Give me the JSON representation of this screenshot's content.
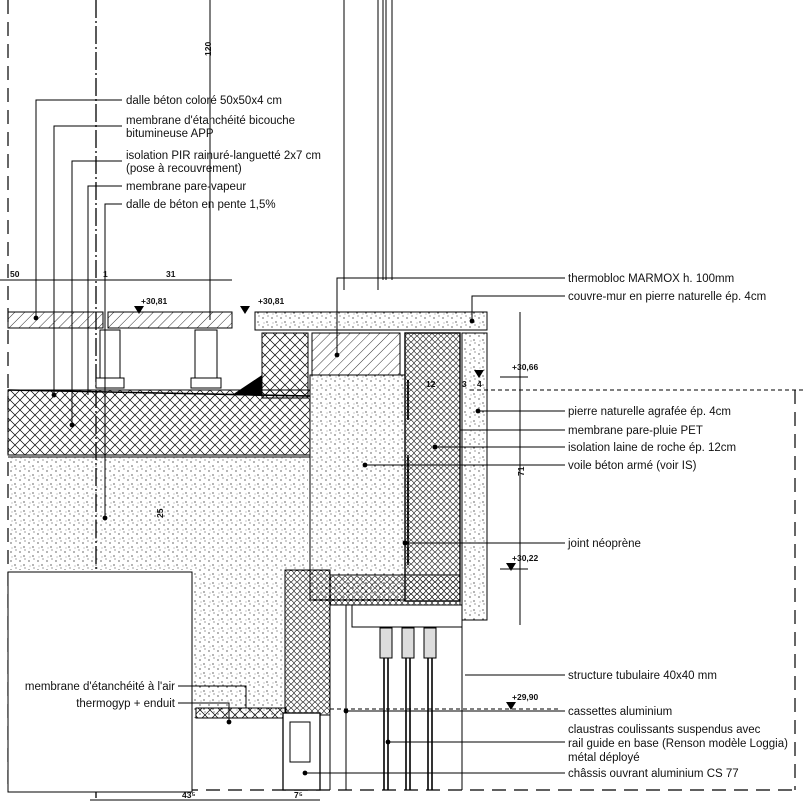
{
  "drawing": {
    "left_labels": [
      "dalle béton coloré 50x50x4 cm",
      "membrane d'étanchéité bicouche",
      "bitumineuse APP",
      "isolation PIR rainuré-languetté 2x7 cm",
      "(pose à recouvrement)",
      "membrane pare-vapeur",
      "dalle de béton en pente 1,5%"
    ],
    "right_labels": [
      "thermobloc MARMOX h. 100mm",
      "couvre-mur en pierre naturelle ép. 4cm",
      "pierre naturelle agrafée ép. 4cm",
      "membrane pare-pluie PET",
      "isolation laine de roche ép. 12cm",
      "voile béton armé (voir IS)",
      "joint néoprène",
      "structure tubulaire 40x40 mm",
      "cassettes aluminium",
      "claustras coulissants suspendus avec",
      "rail guide en base (Renson modèle Loggia)",
      "métal déployé",
      "châssis ouvrant aluminium CS 77"
    ],
    "bottom_left_labels": [
      "membrane d'étanchéité à l'air",
      "thermogyp + enduit"
    ],
    "levels": [
      "+30,81",
      "+30,81",
      "+30,66",
      "+30,22",
      "+29,90"
    ],
    "dimensions": {
      "d50": "50",
      "d1": "1",
      "d31": "31",
      "d120": "120",
      "d12": "12",
      "d3": "3",
      "d4": "4",
      "d71": "71",
      "d25": "25",
      "d43": "43⁵",
      "d7": "7⁵"
    }
  }
}
